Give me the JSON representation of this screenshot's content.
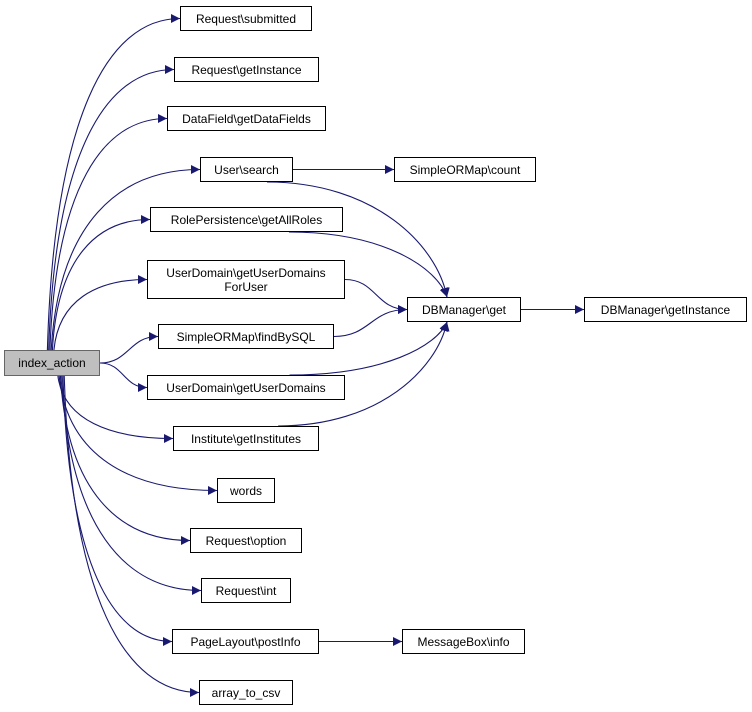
{
  "diagram": {
    "root": {
      "id": "index_action",
      "label": "index_action",
      "color": "#bfbfbf"
    },
    "nodes": [
      {
        "id": "req_submitted",
        "label": "Request\\submitted"
      },
      {
        "id": "req_getinstance",
        "label": "Request\\getInstance"
      },
      {
        "id": "datafield",
        "label": "DataField\\getDataFields"
      },
      {
        "id": "user_search",
        "label": "User\\search"
      },
      {
        "id": "orm_count",
        "label": "SimpleORMap\\count"
      },
      {
        "id": "role_persistence",
        "label": "RolePersistence\\getAllRoles"
      },
      {
        "id": "userdomain_foruser",
        "label": "UserDomain\\getUserDomains",
        "label2": "ForUser"
      },
      {
        "id": "orm_findbysql",
        "label": "SimpleORMap\\findBySQL"
      },
      {
        "id": "dbmanager_get",
        "label": "DBManager\\get"
      },
      {
        "id": "dbmanager_getinstance",
        "label": "DBManager\\getInstance"
      },
      {
        "id": "userdomain_get",
        "label": "UserDomain\\getUserDomains"
      },
      {
        "id": "institute",
        "label": "Institute\\getInstitutes"
      },
      {
        "id": "words",
        "label": "words"
      },
      {
        "id": "req_option",
        "label": "Request\\option"
      },
      {
        "id": "req_int",
        "label": "Request\\int"
      },
      {
        "id": "pagelayout",
        "label": "PageLayout\\postInfo"
      },
      {
        "id": "messagebox",
        "label": "MessageBox\\info"
      },
      {
        "id": "array_to_csv",
        "label": "array_to_csv"
      }
    ],
    "edges": [
      [
        "index_action",
        "req_submitted"
      ],
      [
        "index_action",
        "req_getinstance"
      ],
      [
        "index_action",
        "datafield"
      ],
      [
        "index_action",
        "user_search"
      ],
      [
        "index_action",
        "role_persistence"
      ],
      [
        "index_action",
        "userdomain_foruser"
      ],
      [
        "index_action",
        "orm_findbysql"
      ],
      [
        "index_action",
        "userdomain_get"
      ],
      [
        "index_action",
        "institute"
      ],
      [
        "index_action",
        "words"
      ],
      [
        "index_action",
        "req_option"
      ],
      [
        "index_action",
        "req_int"
      ],
      [
        "index_action",
        "pagelayout"
      ],
      [
        "index_action",
        "array_to_csv"
      ],
      [
        "user_search",
        "orm_count"
      ],
      [
        "user_search",
        "dbmanager_get"
      ],
      [
        "role_persistence",
        "dbmanager_get"
      ],
      [
        "userdomain_foruser",
        "dbmanager_get"
      ],
      [
        "orm_findbysql",
        "dbmanager_get"
      ],
      [
        "userdomain_get",
        "dbmanager_get"
      ],
      [
        "institute",
        "dbmanager_get"
      ],
      [
        "dbmanager_get",
        "dbmanager_getinstance"
      ],
      [
        "pagelayout",
        "messagebox"
      ]
    ],
    "edge_color": "#191970"
  }
}
